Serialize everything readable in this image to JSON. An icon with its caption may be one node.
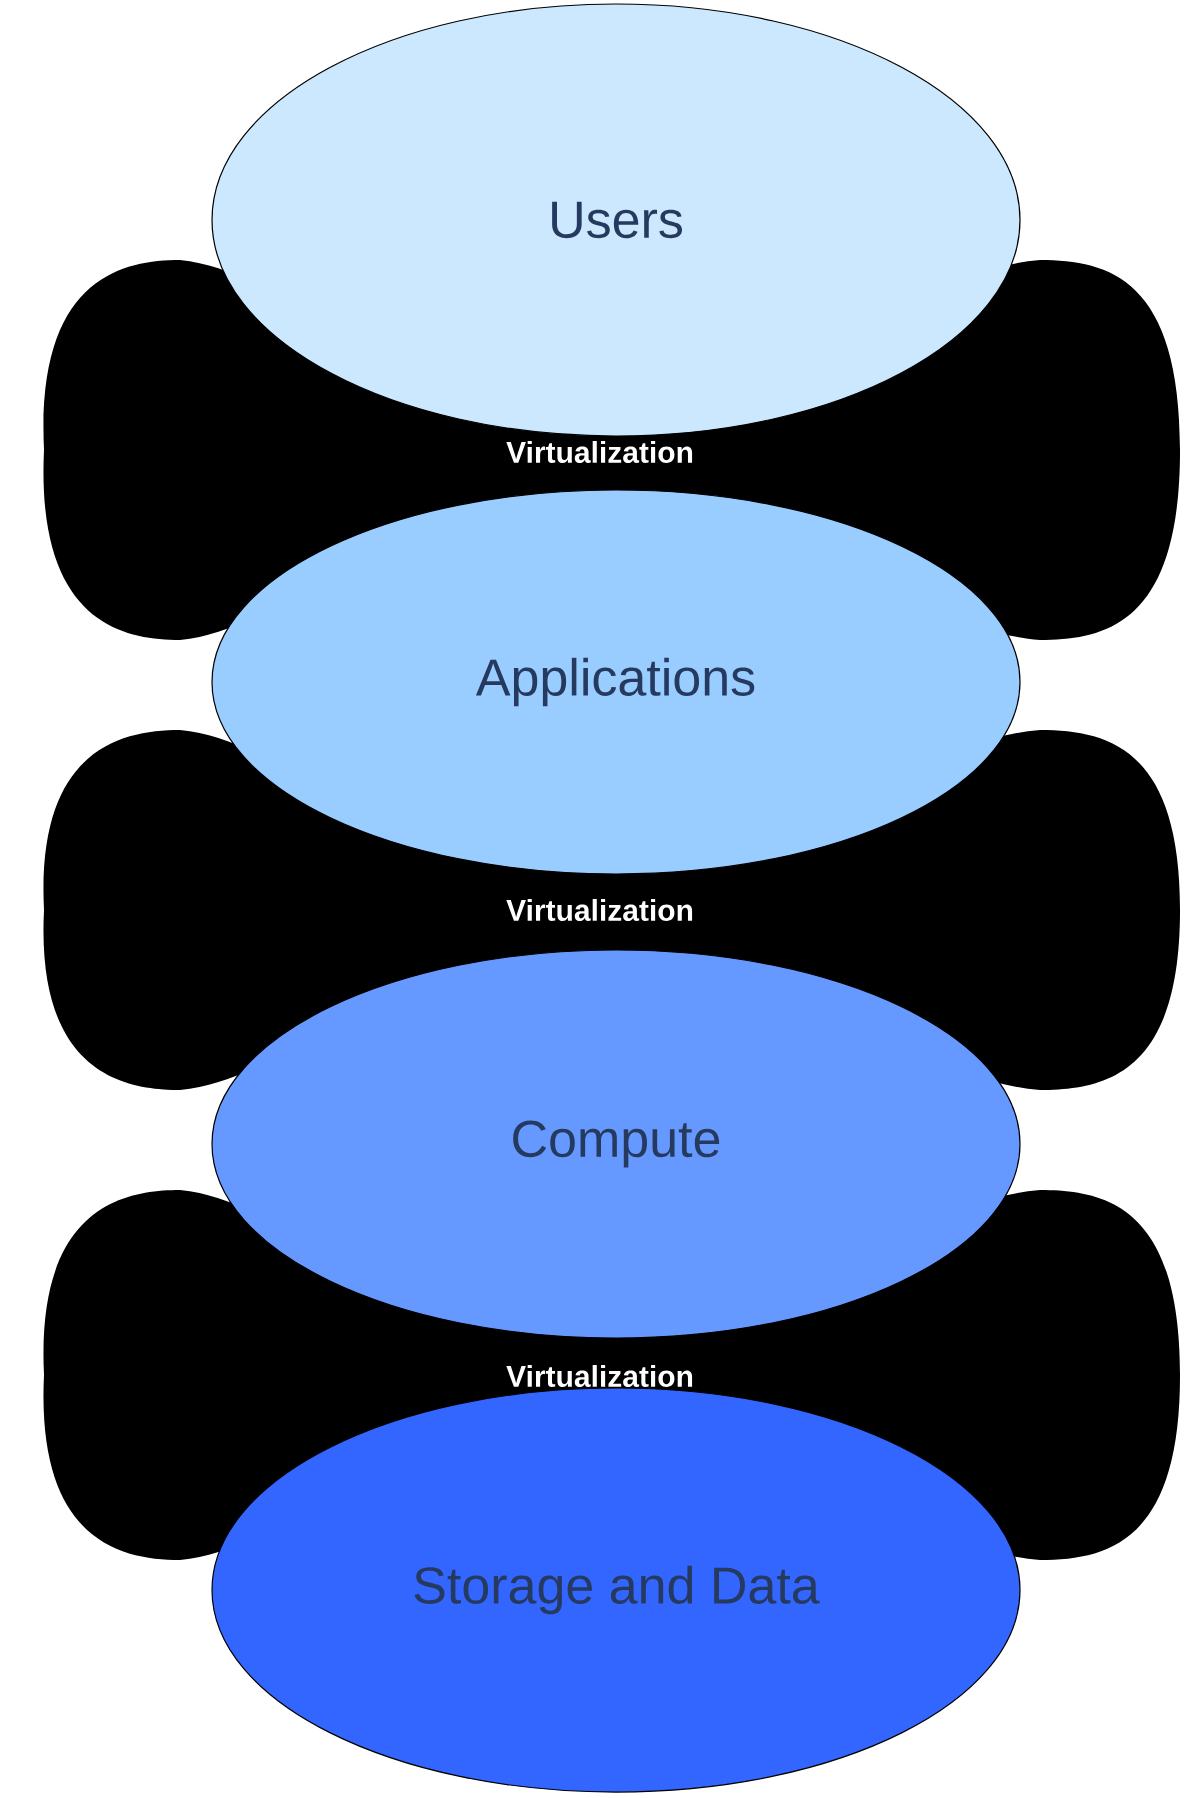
{
  "diagram": {
    "nodes": [
      {
        "text": [
          "Users"
        ]
      },
      {
        "text": [
          "Virtualization"
        ]
      },
      {
        "text": [
          "Applications"
        ]
      },
      {
        "text": [
          "Virtualization"
        ]
      },
      {
        "text": [
          "Compute"
        ]
      },
      {
        "text": [
          "Virtualization"
        ]
      },
      {
        "text": [
          "Storage and Data"
        ]
      }
    ]
  }
}
